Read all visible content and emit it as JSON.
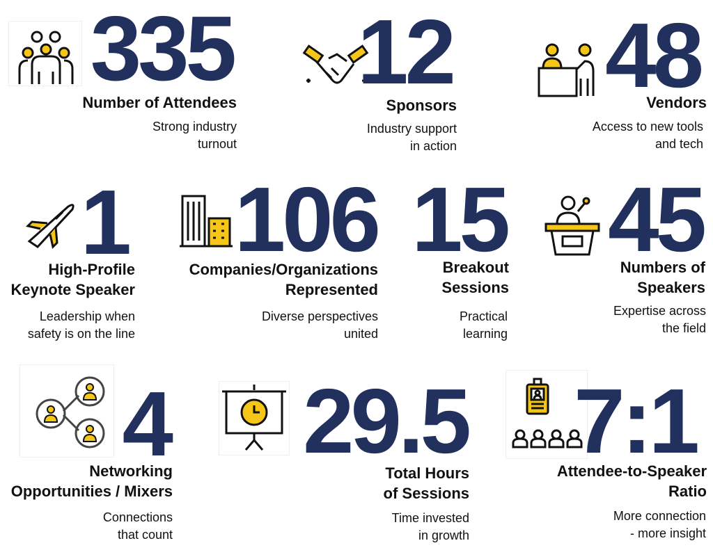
{
  "colors": {
    "navy": "#22305e",
    "yellow": "#f5c518",
    "text": "#111111"
  },
  "stats": [
    {
      "icon": "group-of-people-icon",
      "value": "335",
      "title": [
        "Number of Attendees"
      ],
      "subtitle": [
        "Strong industry",
        "turnout"
      ]
    },
    {
      "icon": "handshake-icon",
      "value": "12",
      "title": [
        "Sponsors"
      ],
      "subtitle": [
        "Industry support",
        "in action"
      ]
    },
    {
      "icon": "vendor-booth-icon",
      "value": "48",
      "title": [
        "Vendors"
      ],
      "subtitle": [
        "Access to new tools",
        "and tech"
      ]
    },
    {
      "icon": "airplane-icon",
      "value": "1",
      "title": [
        "High-Profile",
        "Keynote Speaker"
      ],
      "subtitle": [
        "Leadership when",
        "safety is on the line"
      ]
    },
    {
      "icon": "buildings-icon",
      "value": "106",
      "title": [
        "Companies/Organizations",
        "Represented"
      ],
      "subtitle": [
        "Diverse perspectives",
        "united"
      ]
    },
    {
      "icon": "none",
      "value": "15",
      "title": [
        "Breakout",
        "Sessions"
      ],
      "subtitle": [
        "Practical",
        "learning"
      ]
    },
    {
      "icon": "podium-speaker-icon",
      "value": "45",
      "title": [
        "Numbers of",
        "Speakers"
      ],
      "subtitle": [
        "Expertise across",
        "the field"
      ]
    },
    {
      "icon": "network-icon",
      "value": "4",
      "title": [
        "Networking",
        "Opportunities / Mixers"
      ],
      "subtitle": [
        "Connections",
        "that count"
      ]
    },
    {
      "icon": "presentation-clock-icon",
      "value": "29.5",
      "title": [
        "Total Hours",
        "of Sessions"
      ],
      "subtitle": [
        "Time invested",
        "in growth"
      ]
    },
    {
      "icon": "badge-audience-icon",
      "value": "7:1",
      "title": [
        "Attendee-to-Speaker",
        "Ratio"
      ],
      "subtitle": [
        "More connection",
        "- more insight"
      ]
    }
  ]
}
